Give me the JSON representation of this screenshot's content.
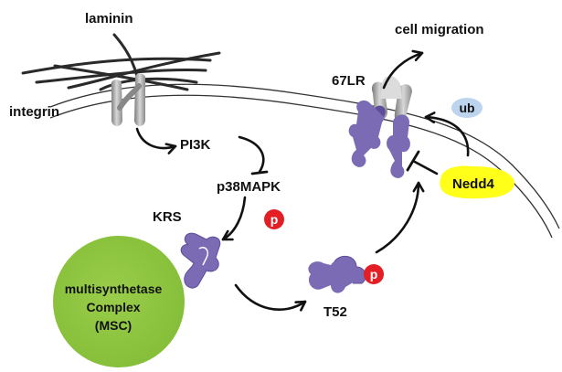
{
  "labels": {
    "laminin": "laminin",
    "integrin": "integrin",
    "pi3k": "PI3K",
    "p38mapk": "p38MAPK",
    "krs": "KRS",
    "msc_line1": "multisynthetase",
    "msc_line2": "Complex",
    "msc_line3": "(MSC)",
    "cell_migration": "cell migration",
    "lr67": "67LR",
    "ub": "ub",
    "nedd4": "Nedd4",
    "t52": "T52",
    "p_badge_1": "p",
    "p_badge_2": "p"
  },
  "colors": {
    "protein": "#7B6BB5",
    "protein_dark": "#5E4E9A",
    "msc": "#8DC63F",
    "nedd4": "#FFFF1A",
    "ub": "#BCD4EE",
    "phospho": "#E31E24",
    "receptor_grey": "#B0B0B0",
    "arrow": "#111111"
  }
}
